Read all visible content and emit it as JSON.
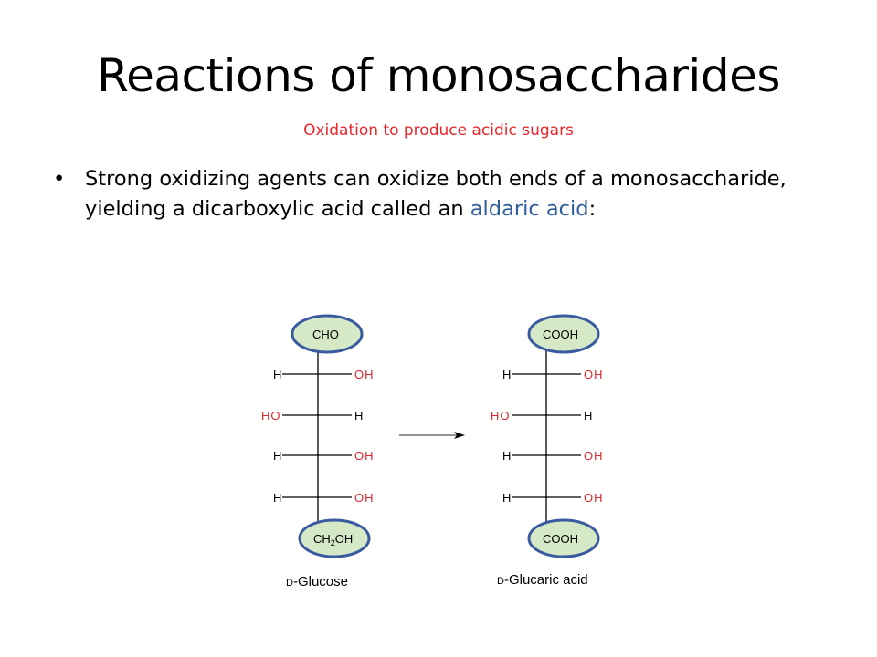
{
  "slide": {
    "title": "Reactions of monosaccharides",
    "subtitle": "Oxidation to produce acidic sugars",
    "bullet": {
      "marker": "•",
      "text_before": "Strong oxidizing agents can oxidize both ends of a monosaccharide, yielding a dicarboxylic acid called an ",
      "term": "aldaric acid",
      "text_after": ":"
    }
  },
  "colors": {
    "subtitle": "#e8262b",
    "term": "#2f5d9a",
    "hydroxyl_red": "#d9282f",
    "ellipse_fill": "#d6e9c6",
    "ellipse_stroke": "#3a5ba0"
  },
  "reactant": {
    "top_group": "CHO",
    "rows": [
      {
        "left": "H",
        "right": "OH"
      },
      {
        "left": "HO",
        "right": "H"
      },
      {
        "left": "H",
        "right": "OH"
      },
      {
        "left": "H",
        "right": "OH"
      }
    ],
    "bottom_group": {
      "pre": "CH",
      "sub": "2",
      "post": "OH"
    },
    "name_prefix": "D",
    "name_rest": "-Glucose"
  },
  "product": {
    "top_group": "COOH",
    "rows": [
      {
        "left": "H",
        "right": "OH"
      },
      {
        "left": "HO",
        "right": "H"
      },
      {
        "left": "H",
        "right": "OH"
      },
      {
        "left": "H",
        "right": "OH"
      }
    ],
    "bottom_group": {
      "pre": "COOH",
      "sub": "",
      "post": ""
    },
    "name_prefix": "D",
    "name_rest": "-Glucaric acid"
  }
}
